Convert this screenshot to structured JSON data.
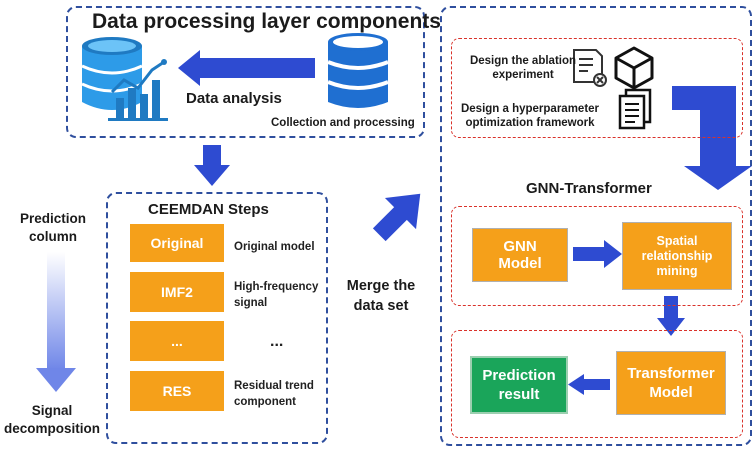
{
  "data_layer": {
    "title": "Data processing layer components",
    "analysis_label": "Data analysis",
    "collection_label": "Collection and processing"
  },
  "left_axis": {
    "top_label": "Prediction column",
    "bottom_label": "Signal decomposition"
  },
  "ceemdan": {
    "title": "CEEMDAN Steps",
    "steps": [
      {
        "box": "Original",
        "desc": "Original model"
      },
      {
        "box": "IMF2",
        "desc": "High-frequency signal"
      },
      {
        "box": "...",
        "desc": "..."
      },
      {
        "box": "RES",
        "desc": "Residual trend component"
      }
    ]
  },
  "merge_label": "Merge the data set",
  "right_panel": {
    "design": {
      "ablation": "Design the ablation experiment",
      "hyperparam": "Design a hyperparameter optimization framework"
    },
    "gnn_transformer_title": "GNN-Transformer",
    "gnn_model": "GNN Model",
    "spatial": "Spatial relationship mining",
    "transformer_model": "Transformer Model",
    "prediction_result": "Prediction result"
  },
  "colors": {
    "blue_arrow": "#2e4bd1",
    "orange": "#f5a01a",
    "green": "#1aa55a",
    "dashed_blue": "#2f4f9e",
    "dashed_red": "#d9322b"
  }
}
